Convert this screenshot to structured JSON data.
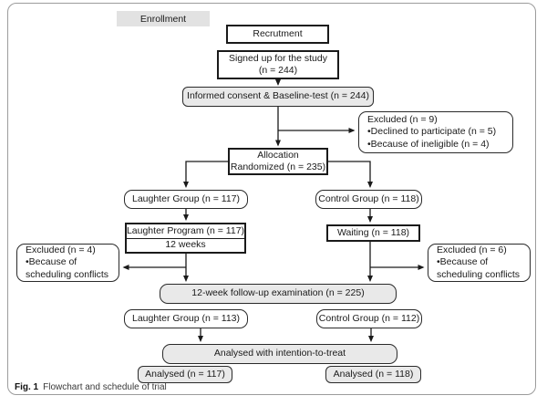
{
  "figure": {
    "caption_label": "Fig. 1",
    "caption_text": "Flowchart and schedule of trial"
  },
  "colors": {
    "box_fill_gray": "#e9e9e9",
    "section_header_fill": "#e2e2e2",
    "line_and_border": "#1a1a1a",
    "outer_frame_border": "#9c9c9c"
  },
  "flowchart": {
    "section_label": "Enrollment",
    "recruitment": "Recrutment",
    "signed_up": {
      "line1": "Signed up for the study",
      "line2": "(n = 244)"
    },
    "informed_consent": "Informed consent & Baseline-test (n = 244)",
    "excluded_baseline": {
      "title": "Excluded (n = 9)",
      "items": [
        "•Declined to participate (n = 5)",
        "•Because of ineligible (n = 4)"
      ]
    },
    "allocation": {
      "line1": "Allocation",
      "line2": "Randomized (n = 235)"
    },
    "laughter_group": "Laughter Group (n = 117)",
    "control_group": "Control Group (n = 118)",
    "laughter_program": {
      "line1": "Laughter Program (n = 117)",
      "line2": "12 weeks"
    },
    "waiting": "Waiting (n = 118)",
    "excluded_left": {
      "title": "Excluded (n = 4)",
      "line2": "•Because of",
      "line3": "scheduling conflicts"
    },
    "excluded_right": {
      "title": "Excluded (n = 6)",
      "line2": "•Because of",
      "line3": "scheduling conflicts"
    },
    "followup": "12-week follow-up examination (n = 225)",
    "laughter_group_after": "Laughter Group (n = 113)",
    "control_group_after": "Control Group (n = 112)",
    "itt": "Analysed with intention-to-treat",
    "analysed_left": "Analysed (n = 117)",
    "analysed_right": "Analysed (n = 118)"
  }
}
